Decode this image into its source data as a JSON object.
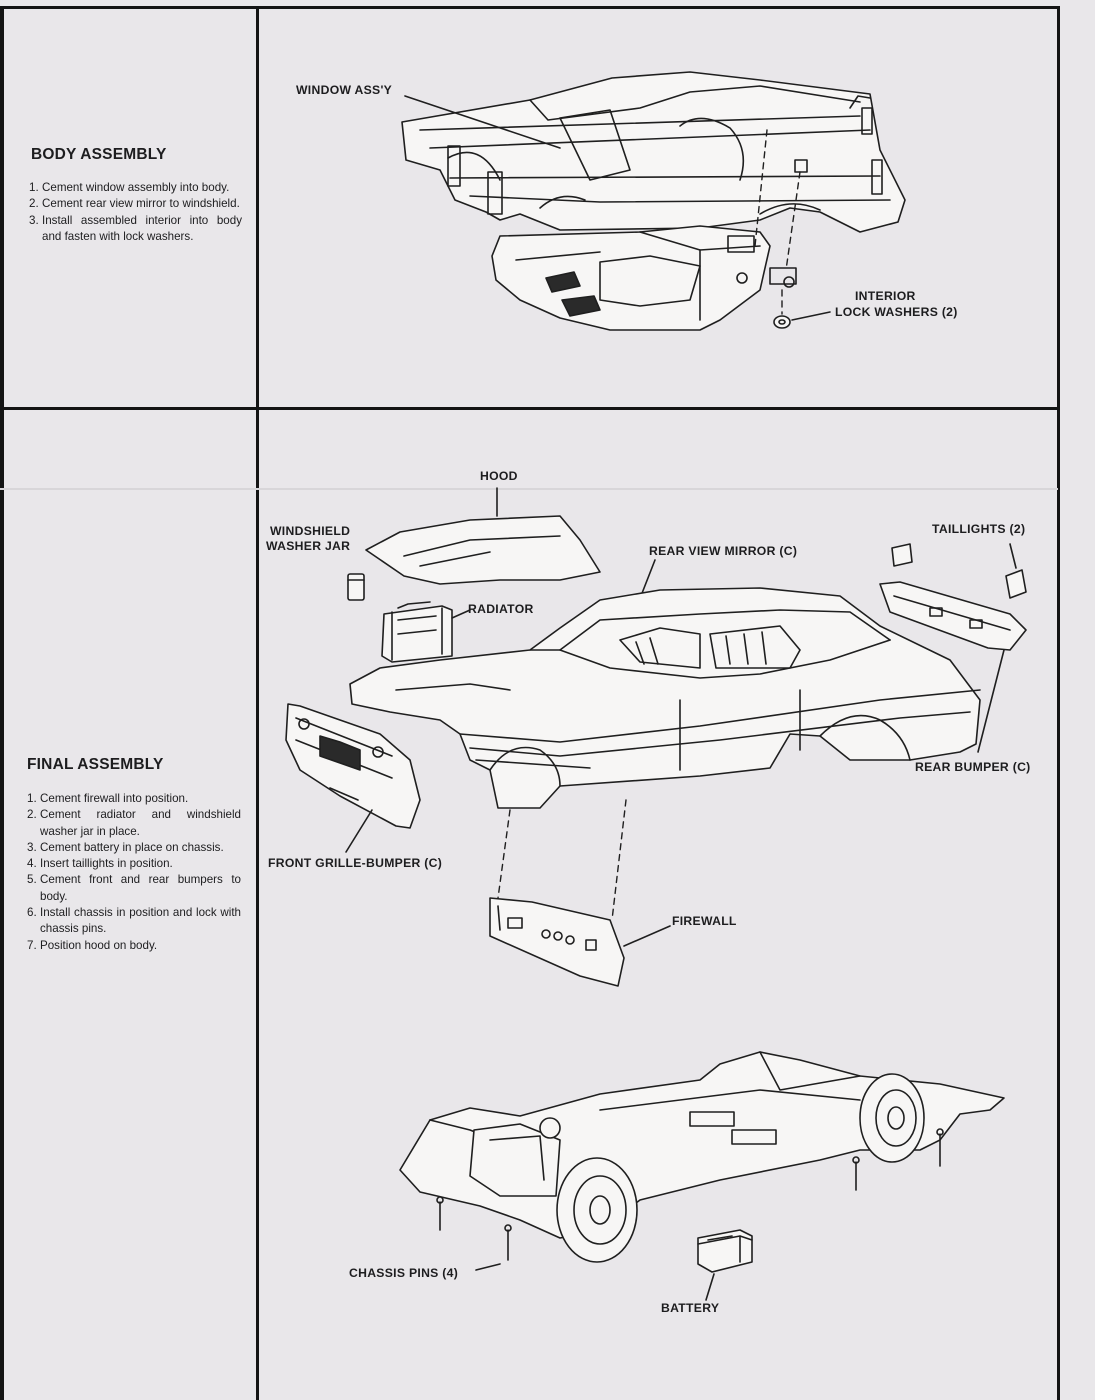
{
  "body_assembly": {
    "heading": "BODY ASSEMBLY",
    "steps": [
      {
        "n": "1.",
        "text": "Cement window assembly into body."
      },
      {
        "n": "2.",
        "text": "Cement rear view mirror to windshield."
      },
      {
        "n": "3.",
        "text": "Install assembled interior into body and fasten with lock washers."
      }
    ],
    "labels": {
      "window_assy": "WINDOW ASS'Y",
      "interior_line1": "INTERIOR",
      "interior_line2": "LOCK WASHERS (2)"
    }
  },
  "final_assembly": {
    "heading": "FINAL ASSEMBLY",
    "steps": [
      {
        "n": "1.",
        "text": "Cement firewall into position."
      },
      {
        "n": "2.",
        "text": "Cement radiator and windshield washer jar in place."
      },
      {
        "n": "3.",
        "text": "Cement battery in place on chassis."
      },
      {
        "n": "4.",
        "text": "Insert taillights in position."
      },
      {
        "n": "5.",
        "text": "Cement front and rear bumpers to body."
      },
      {
        "n": "6.",
        "text": "Install chassis in position and lock with chassis pins."
      },
      {
        "n": "7.",
        "text": "Position hood on body."
      }
    ],
    "labels": {
      "hood": "HOOD",
      "washer_jar_line1": "WINDSHIELD",
      "washer_jar_line2": "WASHER JAR",
      "rear_view_mirror": "REAR VIEW MIRROR (C)",
      "taillights": "TAILLIGHTS (2)",
      "radiator": "RADIATOR",
      "rear_bumper": "REAR BUMPER (C)",
      "front_grille_bumper": "FRONT GRILLE-BUMPER (C)",
      "firewall": "FIREWALL",
      "chassis_pins": "CHASSIS PINS (4)",
      "battery": "BATTERY"
    }
  },
  "colors": {
    "paper": "#e9e7ea",
    "ink": "#1d1d1f"
  }
}
